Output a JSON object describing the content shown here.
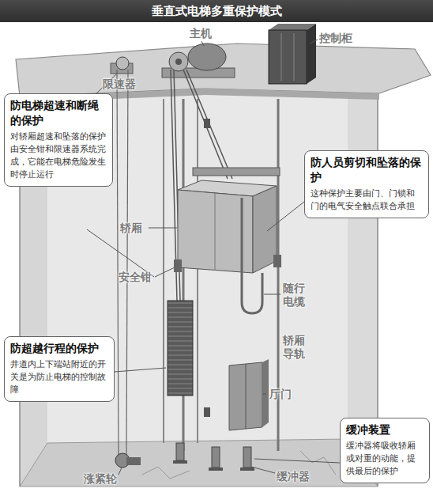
{
  "diagram": {
    "title": "垂直式电梯多重保护模式",
    "nodes": [
      {
        "text": [
          "防电梯超速和断绳的保护",
          "对轿厢超速和坠落的保护由安全钳和限速器系统完成，它能在电梯危险发生时停止运行"
        ]
      },
      {
        "text": [
          "防人员剪切和坠落的保护",
          "这种保护主要由门、门锁和门的电气安全触点联合承担"
        ]
      },
      {
        "text": [
          "防超越行程的保护",
          "井道内上下端站附近的开关是为防止电梯的控制故障"
        ]
      },
      {
        "text": [
          "缓冲装置",
          "缓冲器将吸收轿厢或对重的动能，提供最后的保护"
        ]
      }
    ],
    "labels": [
      "主机",
      "控制柜",
      "限速器",
      "轿厢",
      "安全钳",
      "随行 电缆",
      "轿厢 导轨",
      "厅门",
      "涨紧轮",
      "缓冲器"
    ]
  }
}
